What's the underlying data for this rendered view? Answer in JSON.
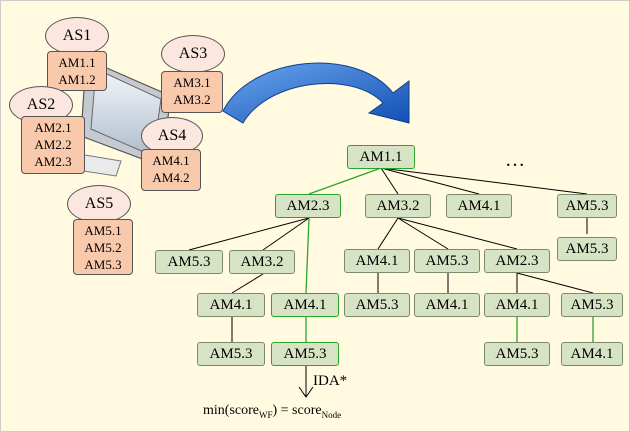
{
  "services": [
    {
      "name": "AS1",
      "methods": [
        "AM1.1",
        "AM1.2"
      ]
    },
    {
      "name": "AS2",
      "methods": [
        "AM2.1",
        "AM2.2",
        "AM2.3"
      ]
    },
    {
      "name": "AS3",
      "methods": [
        "AM3.1",
        "AM3.2"
      ]
    },
    {
      "name": "AS4",
      "methods": [
        "AM4.1",
        "AM4.2"
      ]
    },
    {
      "name": "AS5",
      "methods": [
        "AM5.1",
        "AM5.2",
        "AM5.3"
      ]
    }
  ],
  "tree": {
    "root": "AM1.1",
    "level1": [
      "AM2.3",
      "AM3.2",
      "AM4.1",
      "AM5.3"
    ],
    "ellipsis": "…",
    "l1_am53_child": "AM5.3",
    "am23_children": [
      "AM5.3",
      "AM3.2",
      "AM4.1"
    ],
    "am32a_child": "AM4.1",
    "am41a_child": "AM5.3",
    "am41b_child": "AM5.3",
    "am32_children": [
      "AM4.1",
      "AM5.3",
      "AM2.3"
    ],
    "am32_grandchildren": [
      "AM5.3",
      "AM4.1"
    ],
    "am23b_children": [
      "AM4.1",
      "AM5.3"
    ],
    "am23b_grandchildren": [
      "AM5.3",
      "AM4.1"
    ]
  },
  "search": {
    "algorithm": "IDA*",
    "formula_prefix": "min(score",
    "formula_sub1": "WF",
    "formula_mid": ") = score",
    "formula_sub2": "Node"
  },
  "colors": {
    "background": "#fffae0",
    "tree_node": "#d6e3c4",
    "highlight_path": "#2aa52a",
    "method_box": "#f9c9ab",
    "service_ellipse": "#fbe6e0",
    "arrow": "#1a66c8"
  }
}
